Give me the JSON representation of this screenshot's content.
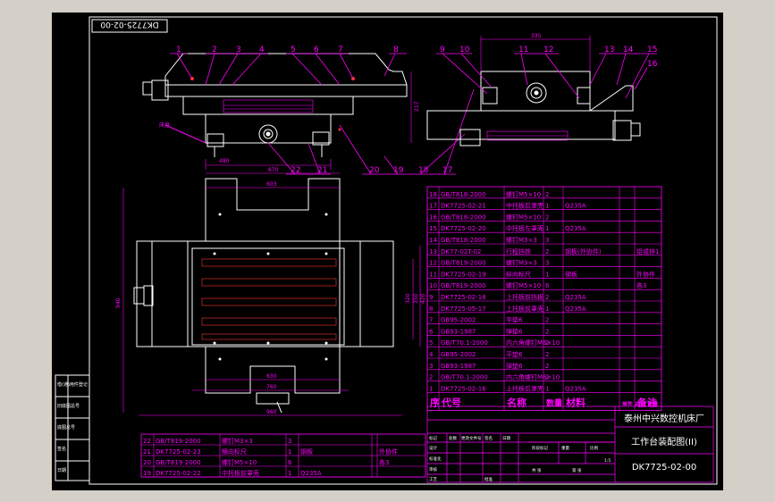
{
  "title_block": {
    "company": "泰州中兴数控机床厂",
    "drawing_name": "工作台装配图(II)",
    "drawing_no": "DK7725-02-00",
    "top_left_no": "DK7725-02-00",
    "scale": "1:5"
  },
  "bom_header": {
    "no": "序",
    "code": "代号",
    "name": "名称",
    "qty": "数量",
    "material": "材料",
    "weight": "单件 总计 重量",
    "remark": "备注"
  },
  "bom_right": [
    {
      "no": "18",
      "code": "GB/T818-2000",
      "name": "螺钉M5×10",
      "qty": "2",
      "material": "",
      "remark": ""
    },
    {
      "no": "17",
      "code": "DK7725-02-21",
      "name": "中托板后罩壳",
      "qty": "1",
      "material": "Q235A",
      "remark": ""
    },
    {
      "no": "16",
      "code": "GB/T818-2000",
      "name": "螺钉M5×10",
      "qty": "2",
      "material": "",
      "remark": ""
    },
    {
      "no": "15",
      "code": "DK7725-02-20",
      "name": "中托板左罩壳",
      "qty": "1",
      "material": "Q235A",
      "remark": ""
    },
    {
      "no": "14",
      "code": "GB/T818-2000",
      "name": "螺钉M3×3",
      "qty": "3",
      "material": "",
      "remark": ""
    },
    {
      "no": "13",
      "code": "DK77-02T-02",
      "name": "行程挡铁",
      "qty": "2",
      "material": "钢板(外协件)",
      "remark": "铝或锌1"
    },
    {
      "no": "12",
      "code": "GB/T819-2000",
      "name": "螺钉M3×3",
      "qty": "3",
      "material": "",
      "remark": ""
    },
    {
      "no": "11",
      "code": "DK7725-02-19",
      "name": "纵向标尺",
      "qty": "1",
      "material": "钢板",
      "remark": "外协件"
    },
    {
      "no": "10",
      "code": "GB/T819-2000",
      "name": "螺钉M5×10",
      "qty": "6",
      "material": "",
      "remark": "各3"
    },
    {
      "no": "9",
      "code": "DK7725-02-18",
      "name": "上托板前挡板",
      "qty": "2",
      "material": "Q235A",
      "remark": ""
    },
    {
      "no": "8",
      "code": "DK7725-05-17",
      "name": "上托板前罩壳",
      "qty": "1",
      "material": "Q235A",
      "remark": ""
    },
    {
      "no": "7",
      "code": "GB95-2002",
      "name": "平垫6",
      "qty": "2",
      "material": "",
      "remark": ""
    },
    {
      "no": "6",
      "code": "GB93-1987",
      "name": "弹垫6",
      "qty": "2",
      "material": "",
      "remark": ""
    },
    {
      "no": "5",
      "code": "GB/T70.1-2000",
      "name": "内六角螺钉M6×10",
      "qty": "2",
      "material": "",
      "remark": ""
    },
    {
      "no": "4",
      "code": "GB95-2002",
      "name": "平垫6",
      "qty": "2",
      "material": "",
      "remark": ""
    },
    {
      "no": "3",
      "code": "GB93-1987",
      "name": "弹垫6",
      "qty": "2",
      "material": "",
      "remark": ""
    },
    {
      "no": "2",
      "code": "GB/T70.1-2000",
      "name": "内六角螺钉M6×10",
      "qty": "2",
      "material": "",
      "remark": ""
    },
    {
      "no": "1",
      "code": "DK7725-02-16",
      "name": "上托板后罩壳",
      "qty": "1",
      "material": "Q235A",
      "remark": ""
    }
  ],
  "bom_bottom": [
    {
      "no": "22",
      "code": "GB/T819-2000",
      "name": "螺钉M3×3",
      "qty": "3",
      "material": "",
      "remark": ""
    },
    {
      "no": "21",
      "code": "DK7725-02-23",
      "name": "横向标尺",
      "qty": "1",
      "material": "钢板",
      "remark": "外协件"
    },
    {
      "no": "20",
      "code": "GB/T819-2000",
      "name": "螺钉M5×10",
      "qty": "6",
      "material": "",
      "remark": "各3"
    },
    {
      "no": "19",
      "code": "DK7725-02-22",
      "name": "中托板前罩壳",
      "qty": "1",
      "material": "Q235A",
      "remark": ""
    }
  ],
  "left_side_labels": [
    "借(通)用件登记",
    "旧底图总号",
    "底图总号",
    "签名",
    "日期"
  ],
  "title_small_labels": [
    "标记",
    "处数",
    "更改文件号",
    "签名",
    "日期",
    "设计",
    "标准化",
    "审核",
    "工艺",
    "批准",
    "阶段标记",
    "重量",
    "比例",
    "共 张",
    "第 张"
  ],
  "part_callouts_top": [
    "1",
    "2",
    "3",
    "4",
    "5",
    "6",
    "7",
    "8",
    "9",
    "10",
    "11",
    "12",
    "13",
    "14",
    "15",
    "16"
  ],
  "part_callouts_bottom": [
    "22",
    "21",
    "20",
    "19",
    "18",
    "17"
  ],
  "dimensions": {
    "top_view_width": "480",
    "top_view_height": "217",
    "right_view_width": "335",
    "plan_width": "670",
    "plan_inner_width": "603",
    "plan_height": "940",
    "plan_right_a": "420",
    "plan_right_b": "350",
    "plan_right_c": "320",
    "plan_bottom_a": "630",
    "plan_bottom_b": "760",
    "plan_bottom_c": "960"
  },
  "colors": {
    "background": "#000000",
    "frame": "#ffffff",
    "table_line": "#ff00ff",
    "text": "#ff00ff",
    "dim": "#ff00ff",
    "part": "#ffffff",
    "hidden": "#ff3333"
  }
}
